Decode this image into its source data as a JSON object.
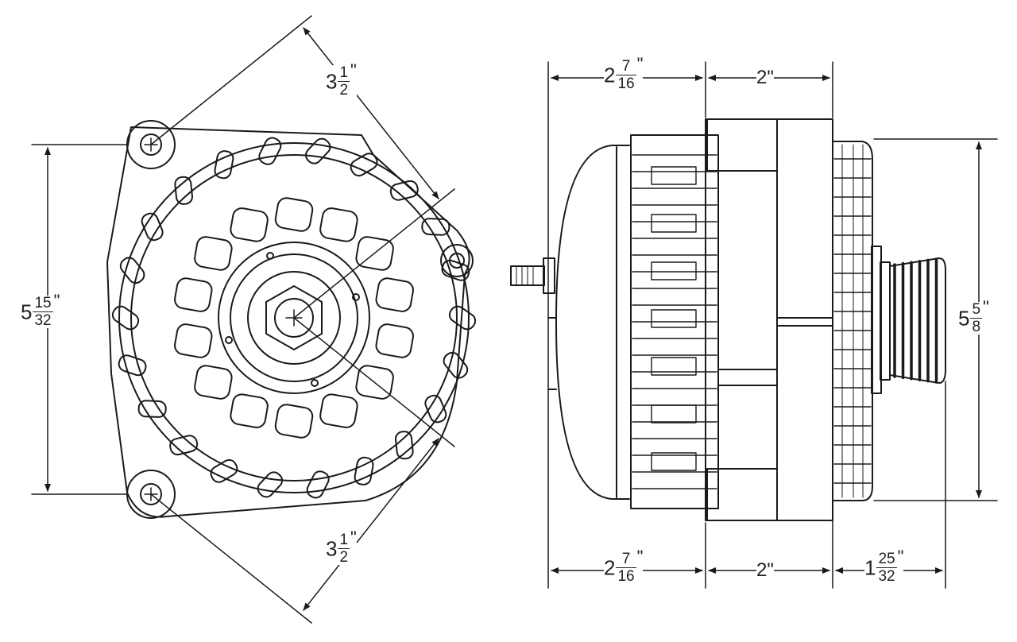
{
  "colors": {
    "line": "#1a1a1a",
    "background": "#ffffff"
  },
  "dimensions": {
    "front_mount_span_top": {
      "whole": "3",
      "num": "1",
      "den": "2",
      "unit": "\""
    },
    "front_mount_span_bottom": {
      "whole": "3",
      "num": "1",
      "den": "2",
      "unit": "\""
    },
    "front_height": {
      "whole": "5",
      "num": "15",
      "den": "32",
      "unit": "\""
    },
    "side_rear_length_top": {
      "whole": "2",
      "num": "7",
      "den": "16",
      "unit": "\""
    },
    "side_body_top": {
      "text": "2\""
    },
    "side_rear_length_bottom": {
      "whole": "2",
      "num": "7",
      "den": "16",
      "unit": "\""
    },
    "side_body_bottom": {
      "text": "2\""
    },
    "side_pulley_length": {
      "whole": "1",
      "num": "25",
      "den": "32",
      "unit": "\""
    },
    "side_height": {
      "whole": "5",
      "num": "5",
      "den": "8",
      "unit": "\""
    }
  }
}
